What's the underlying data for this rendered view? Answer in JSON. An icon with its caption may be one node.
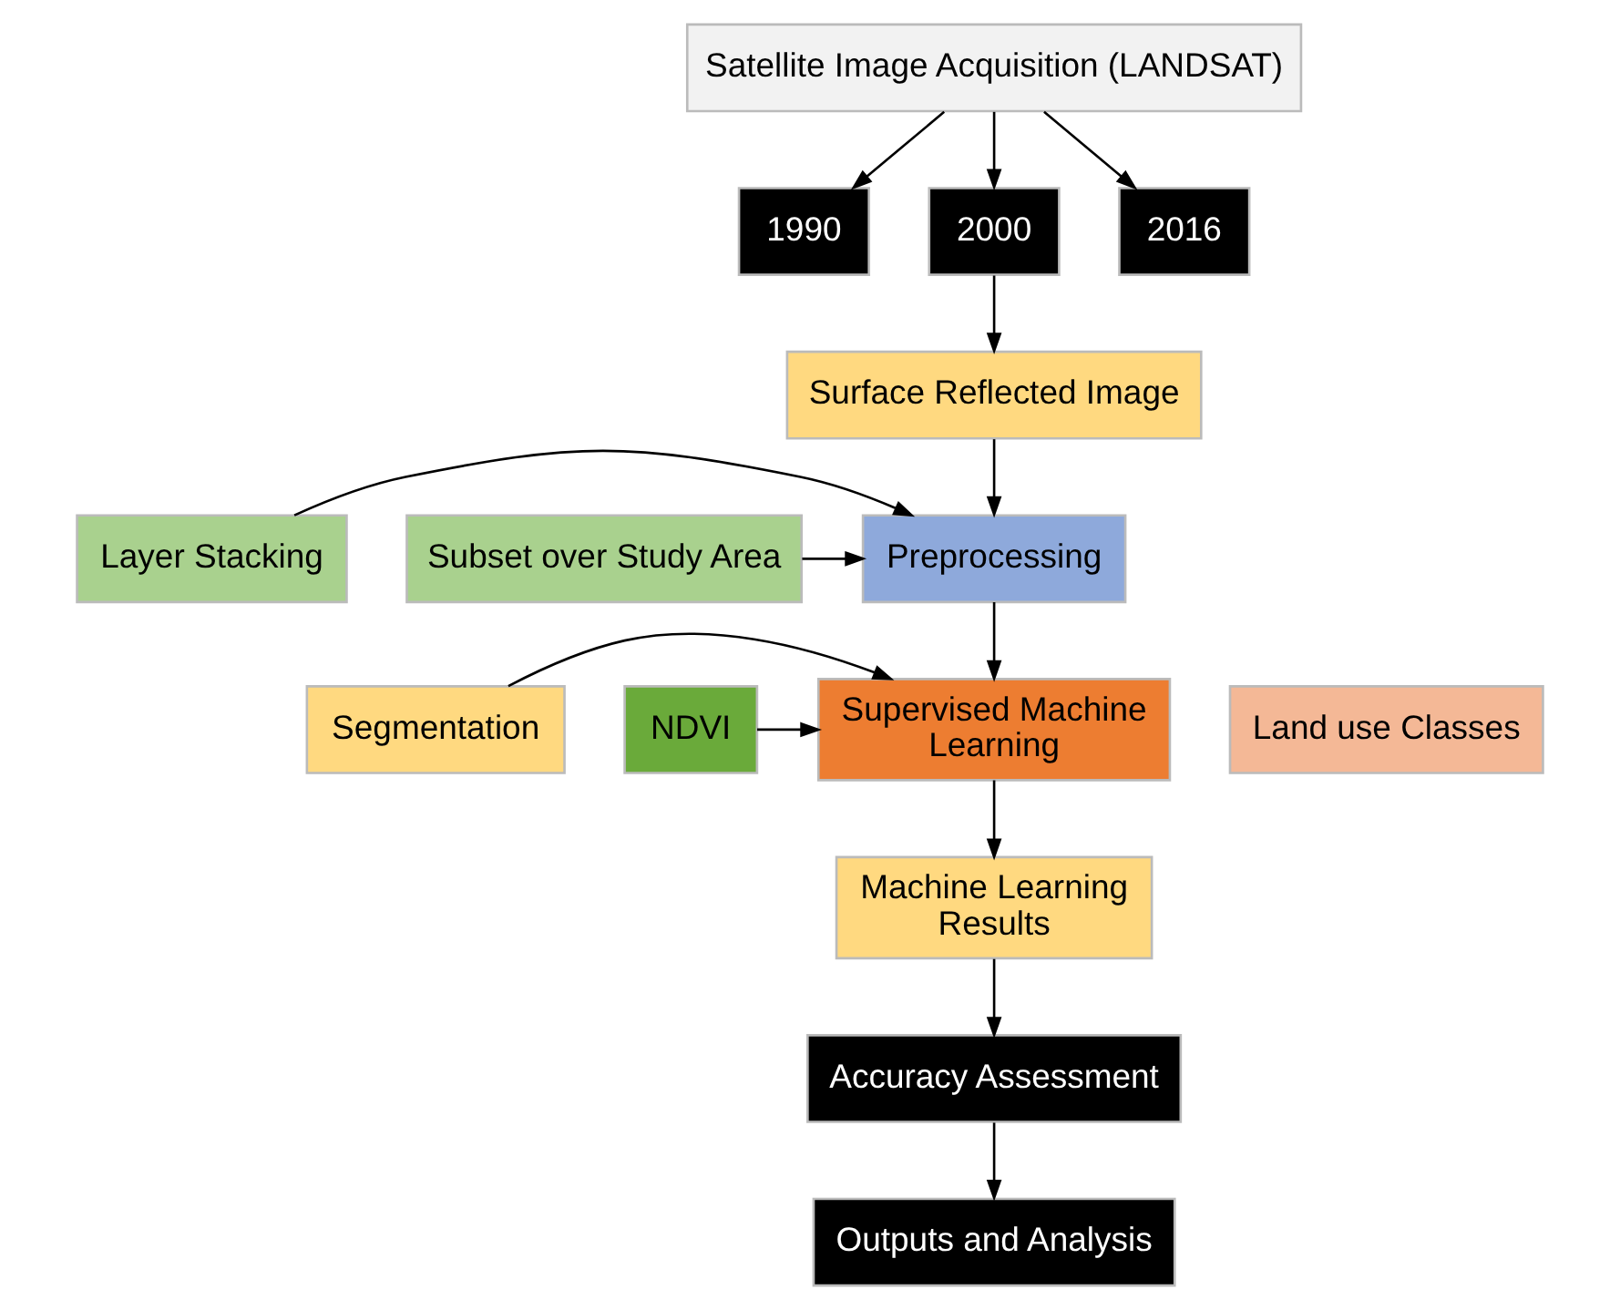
{
  "diagram": {
    "nodes": [
      {
        "text": [
          "Satellite Image Acquisition (LANDSAT)"
        ]
      },
      {
        "text": [
          "1990"
        ]
      },
      {
        "text": [
          "2000"
        ]
      },
      {
        "text": [
          "2016"
        ]
      },
      {
        "text": [
          "Surface Reflected Image"
        ]
      },
      {
        "text": [
          "Segmentation"
        ]
      },
      {
        "text": [
          "Land use Classes"
        ]
      },
      {
        "text": [
          "NDVI"
        ]
      },
      {
        "text": [
          "Preprocessing"
        ]
      },
      {
        "text": [
          "Layer Stacking"
        ]
      },
      {
        "text": [
          "Subset over Study Area"
        ]
      },
      {
        "text": [
          "Supervised Machine Learning"
        ]
      },
      {
        "text": [
          "Machine Learning Results"
        ]
      },
      {
        "text": [
          "Accuracy Assessment"
        ]
      },
      {
        "text": [
          "Outputs and Analysis"
        ]
      }
    ],
    "edges": [
      {
        "from": 0,
        "to": 1,
        "arrow": "to"
      },
      {
        "from": 0,
        "to": 2,
        "arrow": "to"
      },
      {
        "from": 0,
        "to": 3,
        "arrow": "to"
      },
      {
        "from": 2,
        "to": 4,
        "arrow": "to"
      },
      {
        "from": 4,
        "to": 8,
        "arrow": "to"
      },
      {
        "from": 9,
        "to": 8,
        "arrow": "to"
      },
      {
        "from": 10,
        "to": 8,
        "arrow": "to"
      },
      {
        "from": 8,
        "to": 11,
        "arrow": "to"
      },
      {
        "from": 5,
        "to": 11,
        "arrow": "to"
      },
      {
        "from": 7,
        "to": 11,
        "arrow": "to"
      },
      {
        "from": 11,
        "to": 12,
        "arrow": "to"
      },
      {
        "from": 12,
        "to": 13,
        "arrow": "to"
      },
      {
        "from": 13,
        "to": 14,
        "arrow": "to"
      }
    ]
  }
}
